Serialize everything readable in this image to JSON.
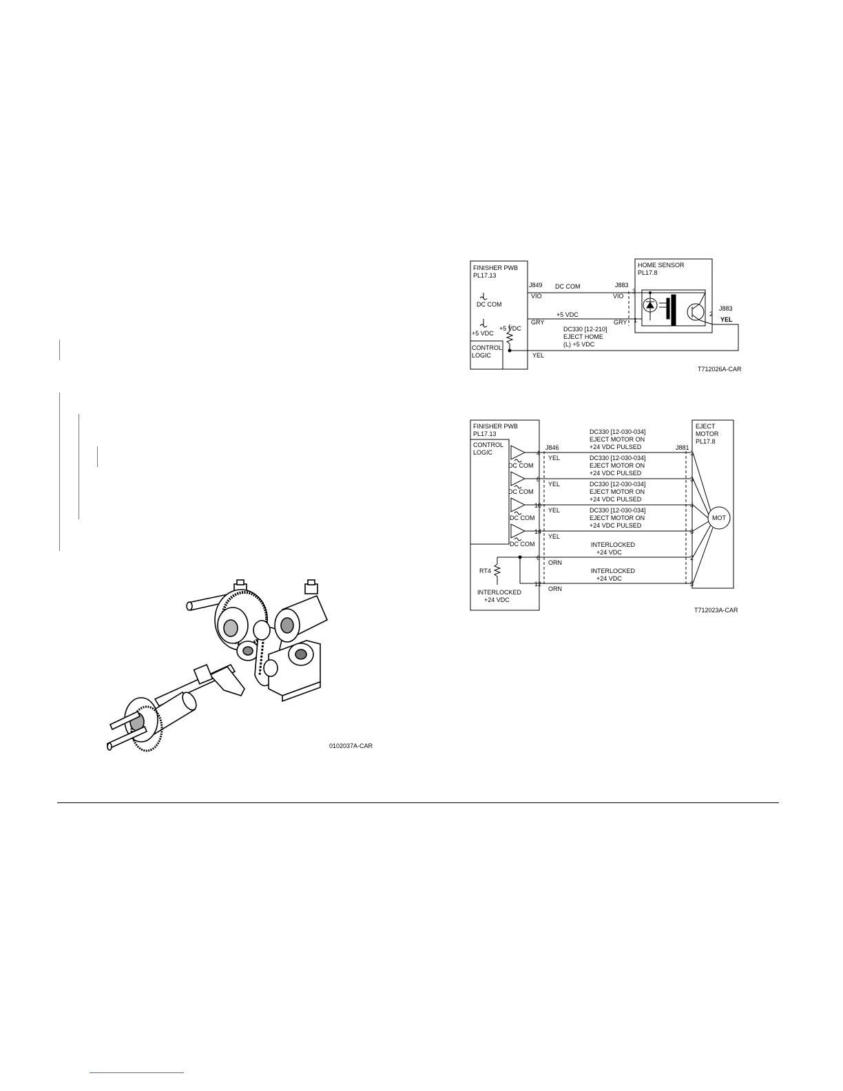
{
  "figure_ids": {
    "mechanism": "0102037A-CAR",
    "home_sensor": "T712026A-CAR",
    "eject_motor": "T712023A-CAR"
  },
  "home_sensor_diagram": {
    "finisher_title": "FINISHER PWB",
    "finisher_pl": "PL17.13",
    "sensor_title": "HOME SENSOR",
    "sensor_pl": "PL17.8",
    "conn_left": "J849",
    "conn_right": "J883",
    "conn_out": "J883",
    "dc_com_line": "DC COM",
    "dc_com_label": "DC COM",
    "vio_left": "VIO",
    "vio_right": "VIO",
    "plus5_line": "+5 VDC",
    "plus5_left": "+5 VDC",
    "plus5_right": "+5 VDC",
    "gry_left": "GRY",
    "gry_right": "GRY",
    "dc330": "DC330 [12-210]",
    "eject_home": "EJECT HOME",
    "low5": "(L) +5 VDC",
    "yel_left": "YEL",
    "yel_out": "YEL",
    "control1": "CONTROL",
    "control2": "LOGIC",
    "pin3": "3",
    "pin1": "1",
    "pin2": "2"
  },
  "eject_motor_diagram": {
    "finisher_title": "FINISHER PWB",
    "finisher_pl": "PL17.13",
    "control1": "CONTROL",
    "control2": "LOGIC",
    "motor_title1": "EJECT",
    "motor_title2": "MOTOR",
    "motor_pl": "PL17.8",
    "conn_left": "J846",
    "conn_right": "J881",
    "motor_label": "MOT",
    "dc330": "DC330 [12-030-034]",
    "motor_on": "EJECT MOTOR ON",
    "pulsed": "+24 VDC PULSED",
    "dc_com": "DC COM",
    "yel": "YEL",
    "orn": "ORN",
    "interlocked": "INTERLOCKED",
    "plus24": "+24 VDC",
    "rt4": "RT4",
    "rt_interlocked": "INTERLOCKED",
    "rt_plus24": "+24 VDC",
    "left_pins": [
      "4",
      "8",
      "10",
      "14",
      "6",
      "12"
    ],
    "right_pins": [
      "1",
      "3",
      "4",
      "6",
      "2",
      "5"
    ]
  }
}
